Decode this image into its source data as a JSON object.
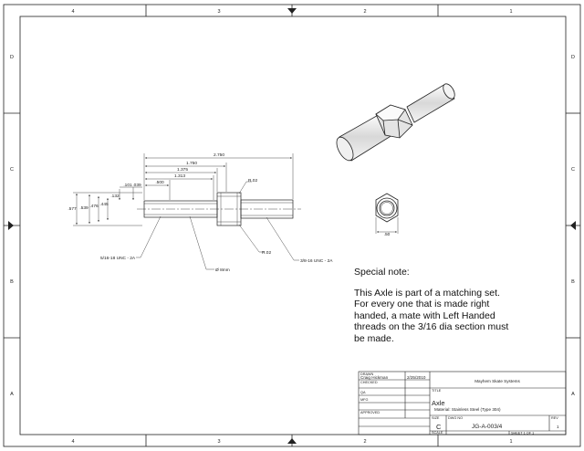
{
  "border": {
    "columns_top": [
      "4",
      "3",
      "2",
      "1"
    ],
    "columns_bottom": [
      "4",
      "3",
      "2",
      "1"
    ],
    "rows_left": [
      "D",
      "C",
      "B",
      "A"
    ],
    "rows_right": [
      "D",
      "C",
      "B",
      "A"
    ]
  },
  "dimensions": {
    "d2750": "2.750",
    "d1750": "1.750",
    "d1375": "1.375",
    "d1313": "1.313",
    "d500": ".500",
    "d101": ".101",
    "d039": ".039",
    "d132": ".132",
    "d577": ".577",
    "d539": ".539",
    "d476": ".476",
    "d445": ".445",
    "r02_top": "R.02",
    "r02_bottom": "R.02",
    "thread_left": "5/16-18 UNC - 2A",
    "thread_right": "3/8-16 UNC - 2A",
    "diameter": "Ø 8mm",
    "hex_width": ".50"
  },
  "note": {
    "heading": "Special note:",
    "body": "This Axle is part of a matching set. For every one that is made right handed, a mate with Left Handed threads on the 3/16 dia section must be made."
  },
  "title_block": {
    "drawn_label": "DRAWN",
    "drawn_by": "Craig Hickman",
    "drawn_date": "2/25/2010",
    "checked_label": "CHECKED",
    "qa_label": "QA",
    "mfg_label": "MFG",
    "approved_label": "APPROVED",
    "company": "Mayhem Skate Systems",
    "title_label": "TITLE",
    "title": "Axle",
    "material": "Material: Stainless Steel (Type 304)",
    "size_label": "SIZE",
    "size": "C",
    "dwg_label": "DWG NO",
    "dwg_no": "JG-A-003/4",
    "rev_label": "REV",
    "rev": "1",
    "scale_label": "SCALE",
    "sheet": "SHEET 1  OF 1"
  }
}
